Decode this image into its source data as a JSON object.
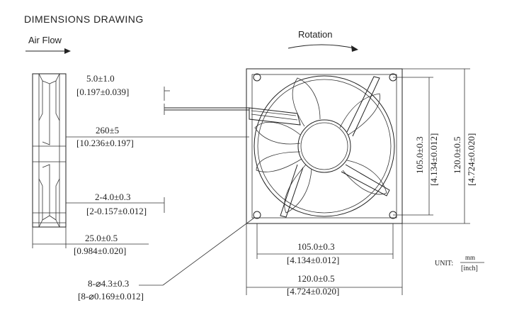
{
  "header": {
    "title": "DIMENSIONS DRAWING",
    "airflow": "Air Flow",
    "rotation": "Rotation"
  },
  "dims": {
    "lead_exit": {
      "mm": "5.0±1.0",
      "inch": "[0.197±0.039]"
    },
    "lead_length": {
      "mm": "260±5",
      "inch": "[10.236±0.197]"
    },
    "mount_depth": {
      "mm": "2-4.0±0.3",
      "inch": "[2-0.157±0.012]"
    },
    "thickness": {
      "mm": "25.0±0.5",
      "inch": "[0.984±0.020]"
    },
    "hole_dia": {
      "mm": "8-⌀4.3±0.3",
      "inch": "[8-⌀0.169±0.012]"
    },
    "hole_spacing_h": {
      "mm": "105.0±0.3",
      "inch": "[4.134±0.012]"
    },
    "frame_width": {
      "mm": "120.0±0.5",
      "inch": "[4.724±0.020]"
    },
    "hole_spacing_v": {
      "mm": "105.0±0.3",
      "inch": "[4.134±0.012]"
    },
    "frame_height": {
      "mm": "120.0±0.5",
      "inch": "[4.724±0.020]"
    }
  },
  "unit": {
    "label": "UNIT:",
    "top": "mm",
    "bottom": "[inch]"
  }
}
